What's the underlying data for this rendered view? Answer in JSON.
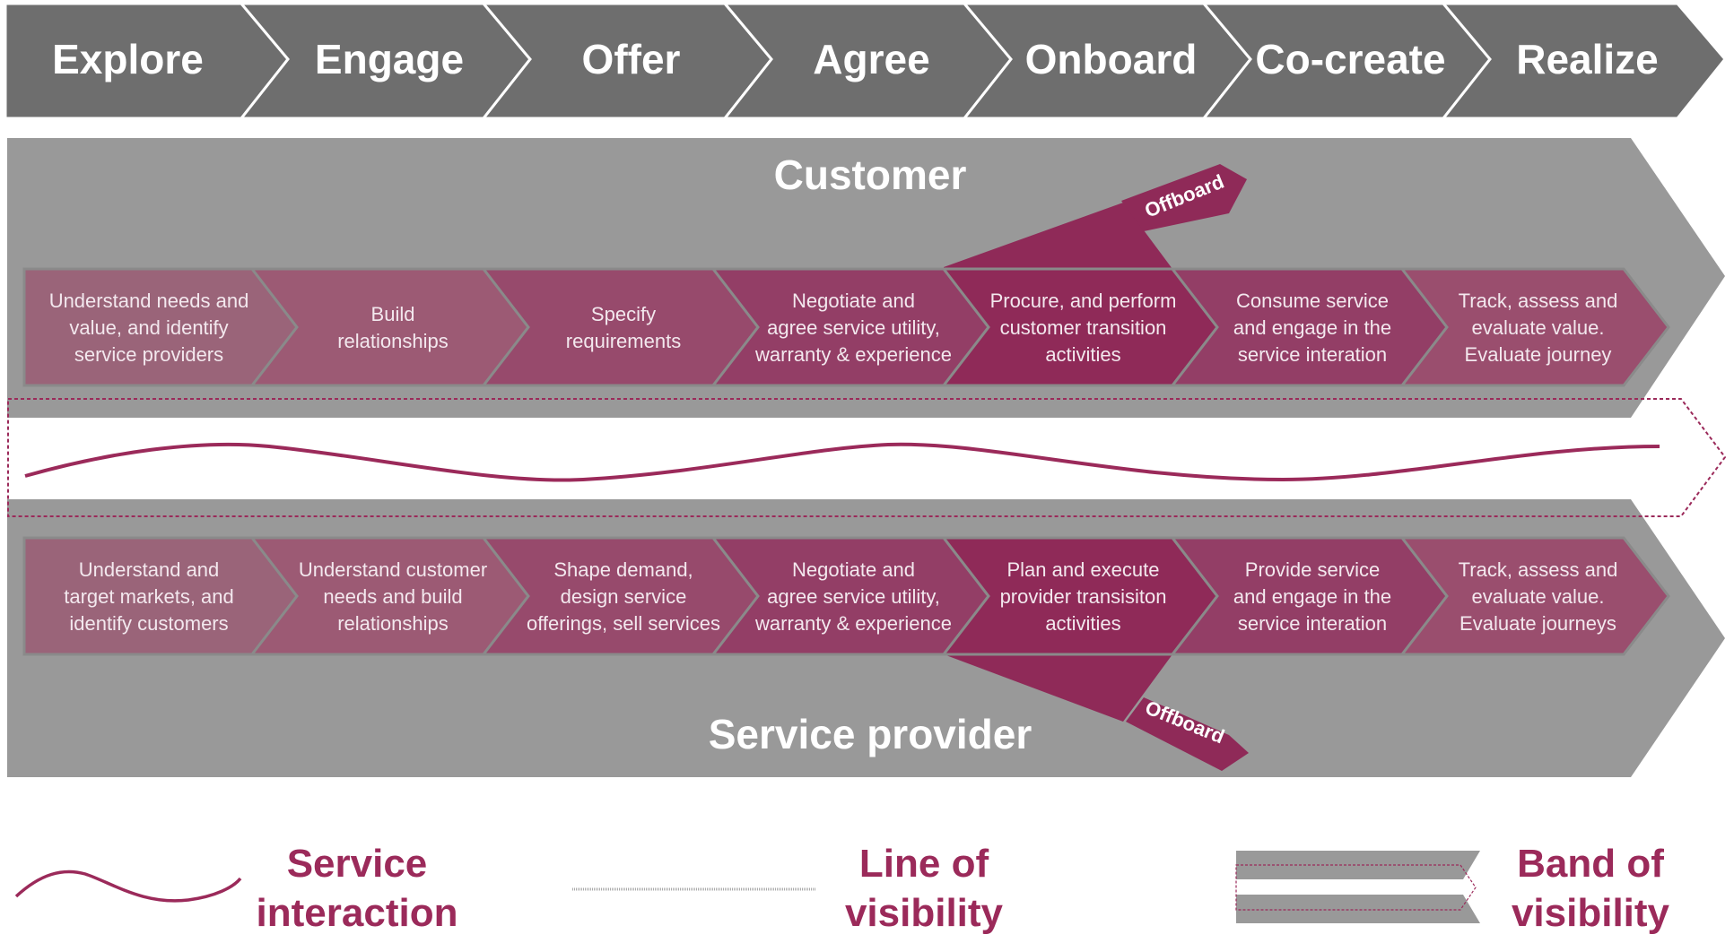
{
  "colors": {
    "phase_band": "#6e6e6e",
    "lane_band": "#999999",
    "accent": "#9b2a5a",
    "step_shades": [
      "#9a6479",
      "#9c5a74",
      "#974a6c",
      "#933e66",
      "#8f2a58",
      "#933e66",
      "#9a4e6e"
    ],
    "white": "#ffffff"
  },
  "phases": [
    "Explore",
    "Engage",
    "Offer",
    "Agree",
    "Onboard",
    "Co-create",
    "Realize"
  ],
  "customer": {
    "title": "Customer",
    "offboard_label": "Offboard",
    "steps": [
      [
        "Understand needs and",
        "value, and identify",
        "service providers"
      ],
      [
        "Build",
        "relationships"
      ],
      [
        "Specify",
        "requirements"
      ],
      [
        "Negotiate and",
        "agree service utility,",
        "warranty & experience"
      ],
      [
        "Procure, and perform",
        "customer transition",
        "activities"
      ],
      [
        "Consume service",
        "and engage in the",
        "service interation"
      ],
      [
        "Track, assess and",
        "evaluate value.",
        "Evaluate journey"
      ]
    ]
  },
  "provider": {
    "title": "Service provider",
    "offboard_label": "Offboard",
    "steps": [
      [
        "Understand and",
        "target markets, and",
        "identify customers"
      ],
      [
        "Understand customer",
        "needs and build",
        "relationships"
      ],
      [
        "Shape demand,",
        "design service",
        "offerings, sell services"
      ],
      [
        "Negotiate and",
        "agree service utility,",
        "warranty & experience"
      ],
      [
        "Plan and execute",
        "provider transisiton",
        "activities"
      ],
      [
        "Provide service",
        "and engage in the",
        "service interation"
      ],
      [
        "Track, assess and",
        "evaluate value.",
        "Evaluate journeys"
      ]
    ]
  },
  "legend": {
    "service_interaction": [
      "Service",
      "interaction"
    ],
    "line_of_visibility": [
      "Line of",
      "visibility"
    ],
    "band_of_visibility": [
      "Band of",
      "visibility"
    ]
  }
}
